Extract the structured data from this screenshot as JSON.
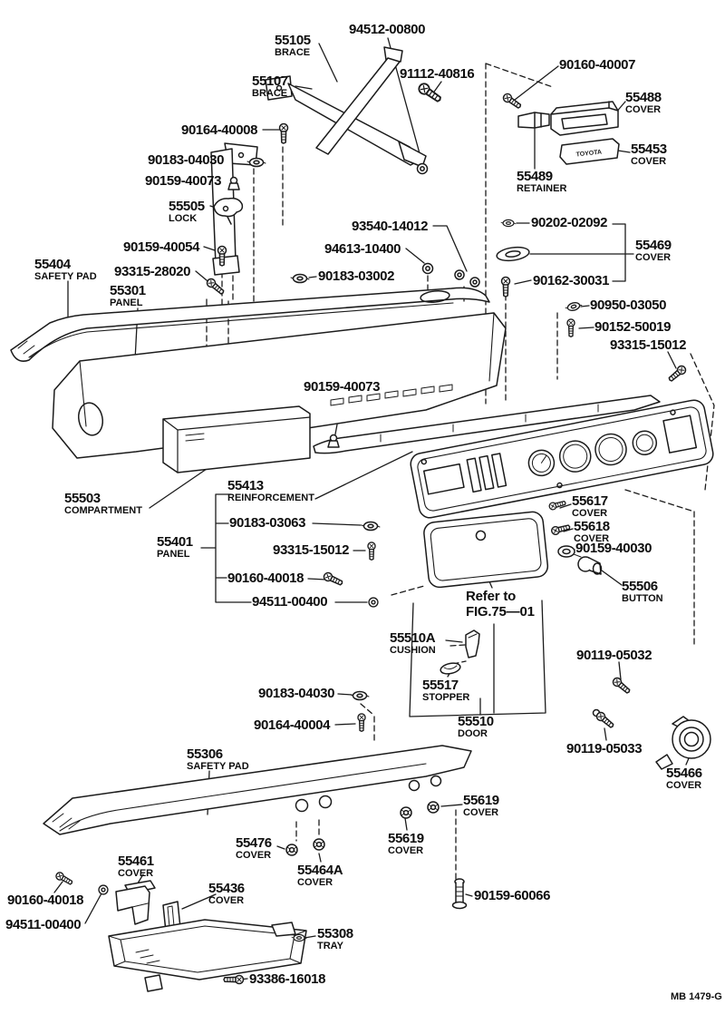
{
  "plate_text": "TOYOTA",
  "note": {
    "line1": "Refer to",
    "line2": "FIG.75—01"
  },
  "footer": {
    "text": "MB 1479-G"
  },
  "labels": [
    {
      "num": "94512-00800"
    },
    {
      "num": "55105",
      "name": "BRACE"
    },
    {
      "num": "55107",
      "name": "BRACE"
    },
    {
      "num": "91112-40816"
    },
    {
      "num": "90160-40007"
    },
    {
      "num": "55488",
      "name": "COVER"
    },
    {
      "num": "55453",
      "name": "COVER"
    },
    {
      "num": "55489",
      "name": "RETAINER"
    },
    {
      "num": "90164-40008"
    },
    {
      "num": "90183-04030"
    },
    {
      "num": "90159-40073"
    },
    {
      "num": "55505",
      "name": "LOCK"
    },
    {
      "num": "93540-14012"
    },
    {
      "num": "94613-10400"
    },
    {
      "num": "90183-03002"
    },
    {
      "num": "90202-02092"
    },
    {
      "num": "55469",
      "name": "COVER"
    },
    {
      "num": "90162-30031"
    },
    {
      "num": "90159-40054"
    },
    {
      "num": "55404",
      "name": "SAFETY PAD"
    },
    {
      "num": "93315-28020"
    },
    {
      "num": "55301",
      "name": "PANEL"
    },
    {
      "num": "90950-03050"
    },
    {
      "num": "90152-50019"
    },
    {
      "num": "93315-15012"
    },
    {
      "num": "90159-40073"
    },
    {
      "num": "55503",
      "name": "COMPARTMENT"
    },
    {
      "num": "55413",
      "name": "REINFORCEMENT"
    },
    {
      "num": "90183-03063"
    },
    {
      "num": "55401",
      "name": "PANEL"
    },
    {
      "num": "93315-15012"
    },
    {
      "num": "90160-40018"
    },
    {
      "num": "94511-00400"
    },
    {
      "num": "55617",
      "name": "COVER"
    },
    {
      "num": "55618",
      "name": "COVER"
    },
    {
      "num": "90159-40030"
    },
    {
      "num": "55506",
      "name": "BUTTON"
    },
    {
      "num": "55510A",
      "name": "CUSHION"
    },
    {
      "num": "55517",
      "name": "STOPPER"
    },
    {
      "num": "55510",
      "name": "DOOR"
    },
    {
      "num": "90183-04030"
    },
    {
      "num": "90164-40004"
    },
    {
      "num": "90119-05032"
    },
    {
      "num": "90119-05033"
    },
    {
      "num": "55466",
      "name": "COVER"
    },
    {
      "num": "55306",
      "name": "SAFETY PAD"
    },
    {
      "num": "55619",
      "name": "COVER"
    },
    {
      "num": "55619",
      "name": "COVER"
    },
    {
      "num": "55476",
      "name": "COVER"
    },
    {
      "num": "55464A",
      "name": "COVER"
    },
    {
      "num": "55461",
      "name": "COVER"
    },
    {
      "num": "90160-40018"
    },
    {
      "num": "94511-00400"
    },
    {
      "num": "55436",
      "name": "COVER"
    },
    {
      "num": "90159-60066"
    },
    {
      "num": "55308",
      "name": "TRAY"
    },
    {
      "num": "93386-16018"
    }
  ]
}
